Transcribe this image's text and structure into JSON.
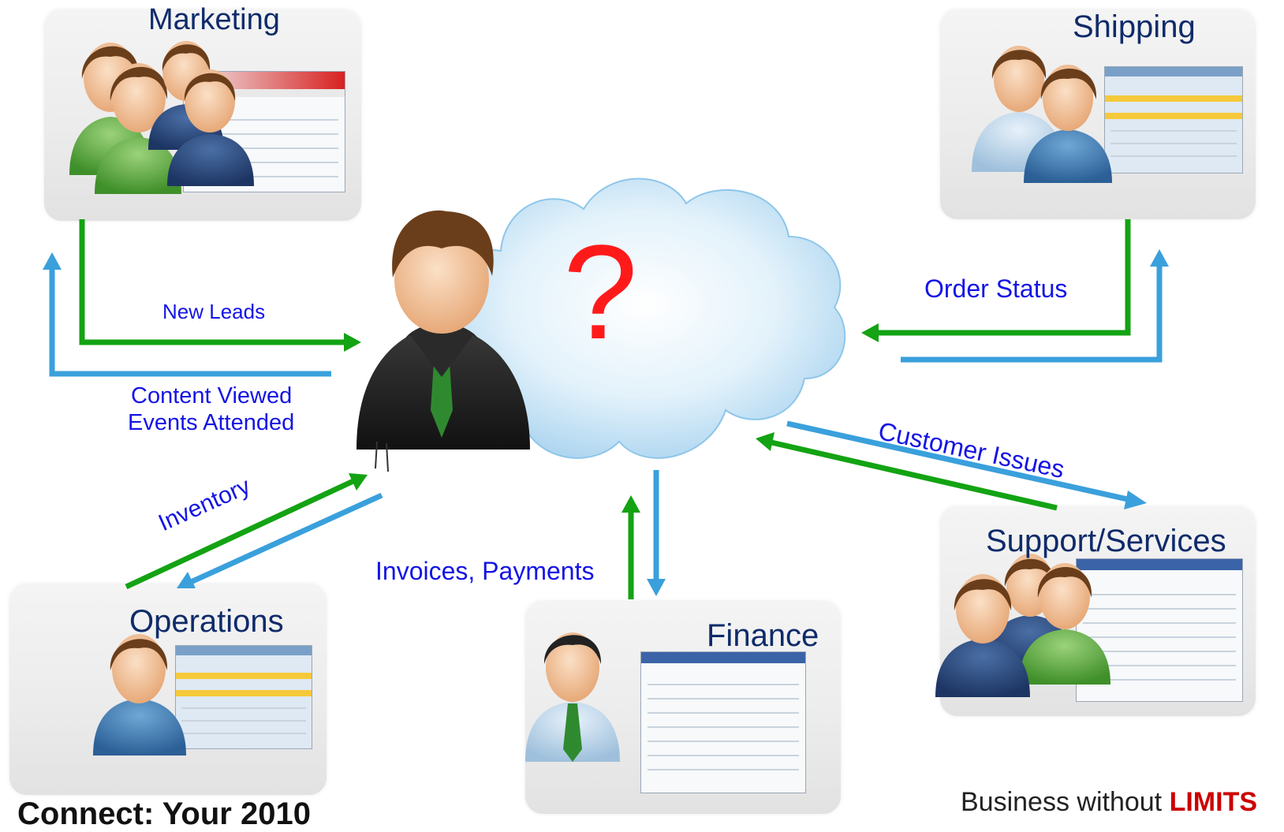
{
  "panels": {
    "marketing": {
      "title": "Marketing"
    },
    "shipping": {
      "title": "Shipping"
    },
    "operations": {
      "title": "Operations"
    },
    "finance": {
      "title": "Finance"
    },
    "support": {
      "title": "Support/Services"
    }
  },
  "flows": {
    "new_leads": "New Leads",
    "content_viewed": "Content Viewed",
    "events_attended": "Events Attended",
    "order_status": "Order Status",
    "customer_issues": "Customer Issues",
    "inventory": "Inventory",
    "invoices_payments": "Invoices, Payments"
  },
  "center": {
    "question_mark": "?"
  },
  "footer": {
    "left_text": "Connect: Your 2010",
    "right_text": "Business without",
    "right_highlight": "LIMITS"
  },
  "colors": {
    "green_arrow": "#13a313",
    "blue_arrow": "#3aa0dc",
    "label_blue": "#1414e6",
    "title_navy": "#0f2b6a",
    "question_red": "#ff1a1a",
    "cloud_fill": "#cfe8f6"
  },
  "icons": [
    "person-icon",
    "businessman-icon",
    "cloud-icon",
    "app-screenshot"
  ]
}
